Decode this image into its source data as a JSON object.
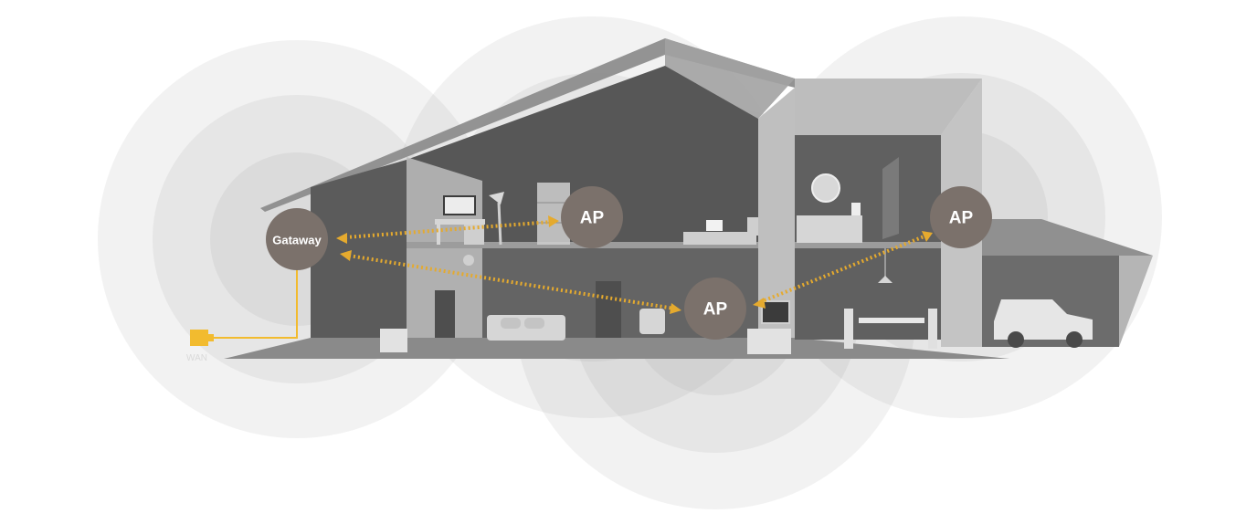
{
  "nodes": {
    "gateway": {
      "label": "Gataway"
    },
    "ap_upper": {
      "label": "AP"
    },
    "ap_lower": {
      "label": "AP"
    },
    "ap_right": {
      "label": "AP"
    }
  },
  "wan": {
    "label": "WAN"
  },
  "colors": {
    "node_fill": "#7b716b",
    "link": "#e5aa2e",
    "cable": "#f2bb2f",
    "coverage": "#e6e6e6"
  }
}
